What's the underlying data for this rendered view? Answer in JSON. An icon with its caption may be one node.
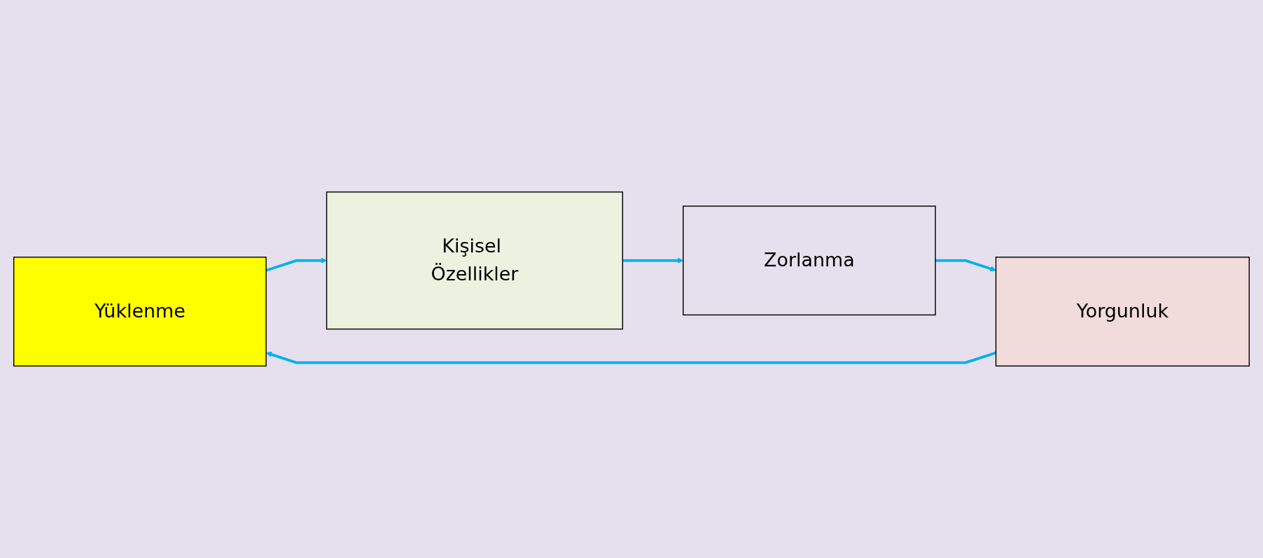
{
  "diagram": {
    "nodes": [
      {
        "text": [
          "Yüklenme"
        ]
      },
      {
        "text": [
          "Kişisel Özellikler"
        ]
      },
      {
        "text": [
          "Zorlanma"
        ]
      },
      {
        "text": [
          "Yorgunluk"
        ]
      }
    ],
    "edges": [
      {
        "from": 0,
        "to": 1,
        "arrow": "to"
      },
      {
        "from": 1,
        "to": 2,
        "arrow": "to"
      },
      {
        "from": 2,
        "to": 3,
        "arrow": "to"
      },
      {
        "from": 3,
        "to": 0,
        "arrow": "to"
      }
    ]
  }
}
